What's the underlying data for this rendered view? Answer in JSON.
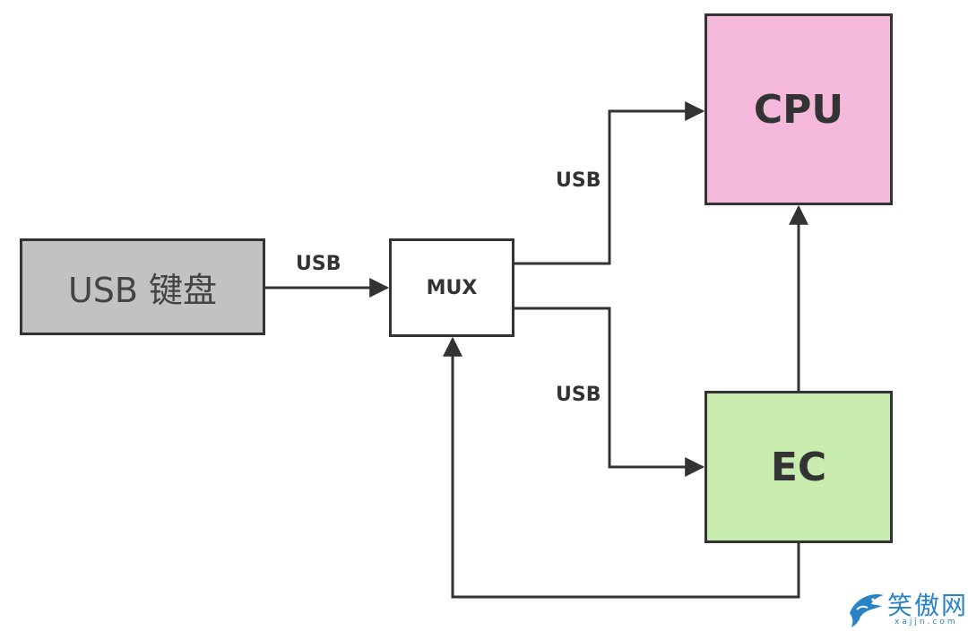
{
  "nodes": {
    "keyboard": "USB 键盘",
    "mux": "MUX",
    "cpu": "CPU",
    "ec": "EC"
  },
  "edges": {
    "keyboard_to_mux": "USB",
    "mux_to_cpu": "USB",
    "mux_to_ec": "USB"
  },
  "colors": {
    "keyboard": "#c2c2c2",
    "cpu": "#f4b8da",
    "ec": "#c8ebb0",
    "line": "#333333",
    "watermark": "#2a83c6"
  },
  "watermark": {
    "text": "笑傲网",
    "sub": "xajjn.com",
    "icon": "shark-logo-icon"
  }
}
